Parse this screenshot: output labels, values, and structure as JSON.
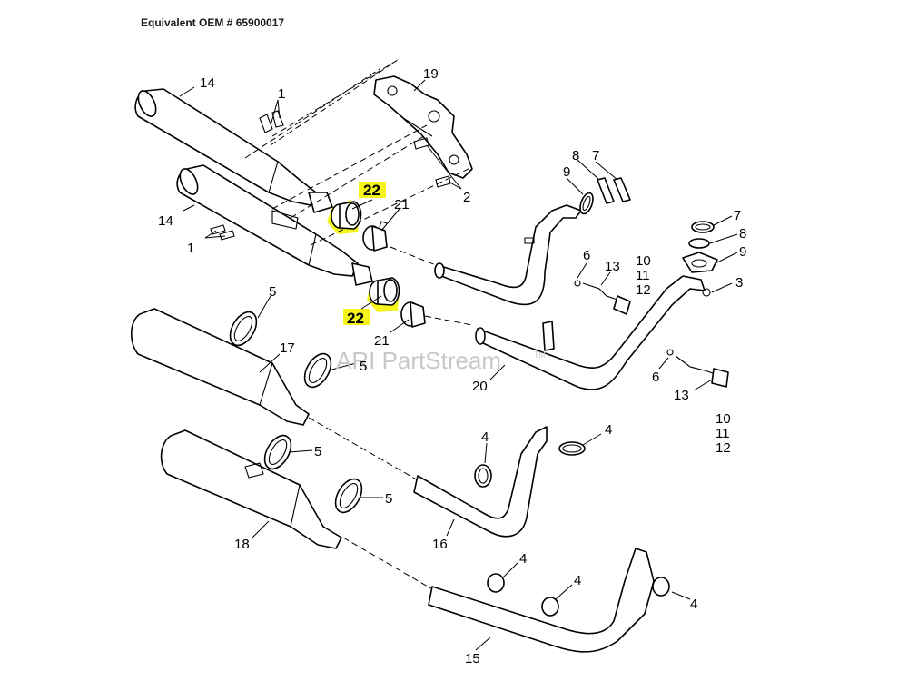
{
  "header": {
    "title": "Equivalent OEM # 65900017"
  },
  "watermark": {
    "text": "ARI PartStream",
    "tm": "TM"
  },
  "colors": {
    "highlight": "#f5f51b",
    "line": "#000000",
    "watermark": "#c8c8c8"
  },
  "callouts": {
    "c1a": "1",
    "c1b": "1",
    "c2": "2",
    "c3": "3",
    "c4a": "4",
    "c4b": "4",
    "c4c": "4",
    "c4d": "4",
    "c4e": "4",
    "c5a": "5",
    "c5b": "5",
    "c5c": "5",
    "c5d": "5",
    "c6a": "6",
    "c6b": "6",
    "c7a": "7",
    "c7b": "7",
    "c8a": "8",
    "c8b": "8",
    "c9a": "9",
    "c9b": "9",
    "c10a": "10",
    "c10b": "10",
    "c11a": "11",
    "c11b": "11",
    "c12a": "12",
    "c12b": "12",
    "c13a": "13",
    "c13b": "13",
    "c14a": "14",
    "c14b": "14",
    "c15": "15",
    "c16": "16",
    "c17": "17",
    "c18": "18",
    "c19": "19",
    "c20": "20",
    "c21a": "21",
    "c21b": "21",
    "c22a": "22",
    "c22b": "22"
  },
  "highlighted_part": "22",
  "icons": [
    "muffler-icon",
    "clamp-icon",
    "bracket-icon",
    "header-pipe-icon",
    "o2-sensor-icon",
    "gasket-icon",
    "flange-icon",
    "bolt-icon",
    "nut-icon"
  ]
}
